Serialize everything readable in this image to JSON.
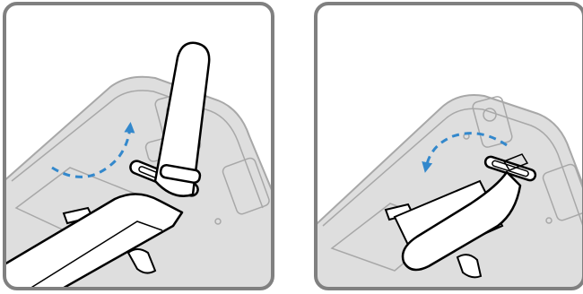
{
  "figure": {
    "panels": [
      {
        "id": "step-1",
        "action": "lift-strap",
        "arrow": "curved-up"
      },
      {
        "id": "step-2",
        "action": "fold-strap-down",
        "arrow": "curved-down"
      }
    ],
    "colors": {
      "frame": "#808080",
      "device_body": "#dedede",
      "device_detail": "#a8a8a8",
      "strap": "#ffffff",
      "strap_outline": "#000000",
      "arrow": "#3388cc"
    }
  }
}
